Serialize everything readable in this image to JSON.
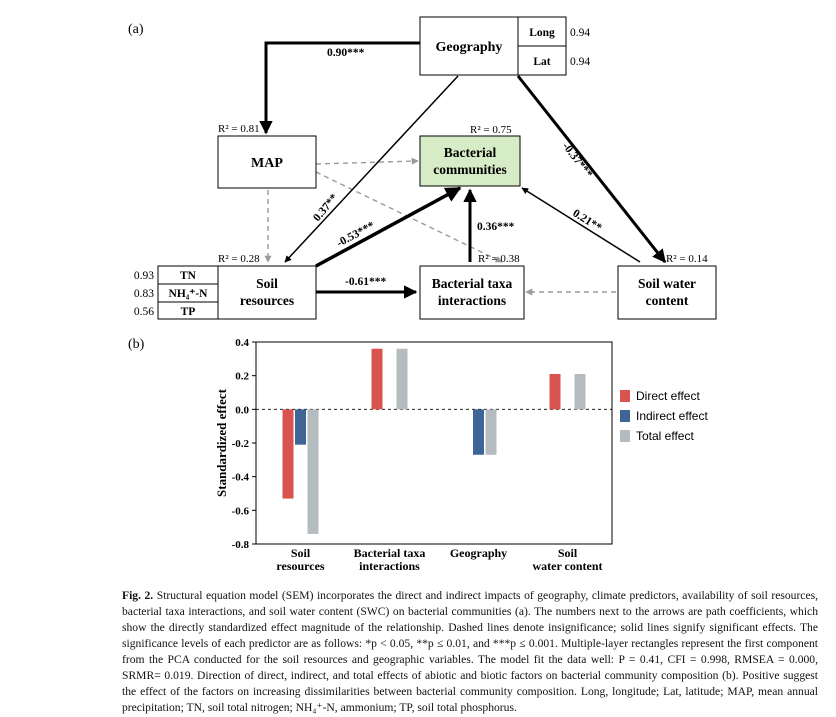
{
  "panel_a": {
    "label": "(a)",
    "nodes": {
      "geography": {
        "name": "Geography",
        "sub": [
          {
            "name": "Long",
            "value": "0.94"
          },
          {
            "name": "Lat",
            "value": "0.94"
          }
        ]
      },
      "map": {
        "name": "MAP",
        "r2": "R² = 0.81"
      },
      "bacterial": {
        "line1": "Bacterial",
        "line2": "communities",
        "r2": "R² = 0.75"
      },
      "soil": {
        "line1": "Soil",
        "line2": "resources",
        "r2": "R² = 0.28",
        "sub": [
          {
            "name": "TN",
            "value": "0.93"
          },
          {
            "name": "NH₄⁺-N",
            "value": "0.83"
          },
          {
            "name": "TP",
            "value": "0.56"
          }
        ]
      },
      "interactions": {
        "line1": "Bacterial taxa",
        "line2": "interactions",
        "r2": "R² = 0.38"
      },
      "water": {
        "line1": "Soil water",
        "line2": "content",
        "r2": "R² = 0.14"
      }
    },
    "paths": {
      "geo_map": "0.90***",
      "geo_soil": "0.37**",
      "geo_water": "-0.37***",
      "soil_bact": "-0.53***",
      "inter_bact": "0.36***",
      "water_bact": "0.21**",
      "soil_inter": "-0.61***"
    }
  },
  "panel_b": {
    "label": "(b)"
  },
  "chart_data": {
    "type": "bar",
    "categories": [
      "Soil resources",
      "Bacterial taxa interactions",
      "Geography",
      "Soil water content"
    ],
    "category_lines": [
      [
        "Soil",
        "resources"
      ],
      [
        "Bacterial taxa",
        "interactions"
      ],
      [
        "Geography"
      ],
      [
        "Soil",
        "water content"
      ]
    ],
    "series": [
      {
        "name": "Direct effect",
        "color": "#d9534f",
        "values": [
          -0.53,
          0.36,
          0,
          0.21
        ]
      },
      {
        "name": "Indirect effect",
        "color": "#3e6596",
        "values": [
          -0.21,
          0,
          -0.27,
          0
        ]
      },
      {
        "name": "Total effect",
        "color": "#b4bcc0",
        "values": [
          -0.74,
          0.36,
          -0.27,
          0.21
        ]
      }
    ],
    "ylabel": "Standardized effect",
    "ylim": [
      -0.8,
      0.4
    ],
    "yticks": [
      "0.4",
      "0.2",
      "0.0",
      "-0.2",
      "-0.4",
      "-0.6",
      "-0.8"
    ],
    "legend_position": "right"
  },
  "caption": {
    "fig_label": "Fig. 2.",
    "text": "Structural equation model (SEM) incorporates the direct and indirect impacts of geography, climate predictors, availability of soil resources, bacterial taxa interactions, and soil water content (SWC) on bacterial communities (a). The numbers next to the arrows are path coefficients, which show the directly standardized effect magnitude of the relationship. Dashed lines denote insignificance; solid lines signify significant effects. The significance levels of each predictor are as follows: *p < 0.05, **p ≤ 0.01, and ***p ≤ 0.001. Multiple-layer rectangles represent the first component from the PCA conducted for the soil resources and geographic variables. The model fit the data well: P = 0.41, CFI = 0.998, RMSEA = 0.000, SRMR= 0.019. Direction of direct, indirect, and total effects of abiotic and biotic factors on bacterial community composition (b). Positive suggest the effect of the factors on increasing dissimilarities between bacterial community composition. Long, longitude; Lat, latitude; MAP, mean annual precipitation; TN, soil total nitrogen; NH₄⁺-N, ammonium; TP, soil total phosphorus."
  }
}
